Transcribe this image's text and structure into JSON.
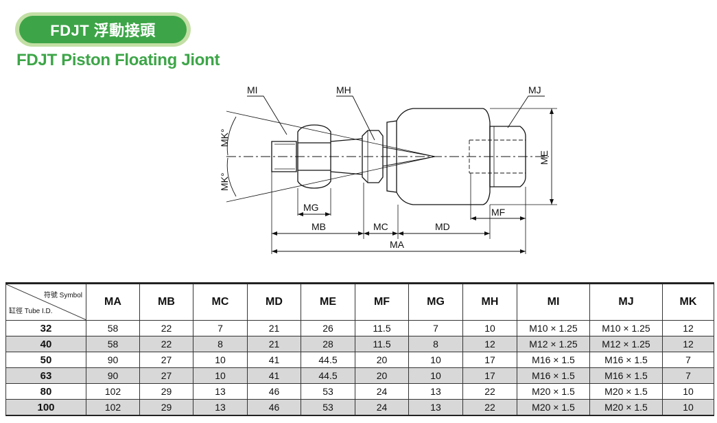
{
  "header": {
    "badge_text": "FDJT 浮動接頭",
    "subtitle": "FDJT Piston Floating Jiont"
  },
  "diagram": {
    "labels": {
      "mi": "MI",
      "mh": "MH",
      "mj": "MJ",
      "me": "ME",
      "mk_top": "MK°",
      "mk_bottom": "MK°",
      "mg": "MG",
      "mf": "MF",
      "mb": "MB",
      "mc": "MC",
      "md": "MD",
      "ma": "MA"
    }
  },
  "table": {
    "corner_symbol": "符號 Symbol",
    "corner_tube": "缸徑 Tube I.D.",
    "columns": [
      "MA",
      "MB",
      "MC",
      "MD",
      "ME",
      "MF",
      "MG",
      "MH",
      "MI",
      "MJ",
      "MK"
    ],
    "rows": [
      [
        "32",
        "58",
        "22",
        "7",
        "21",
        "26",
        "11.5",
        "7",
        "10",
        "M10 × 1.25",
        "M10 × 1.25",
        "12"
      ],
      [
        "40",
        "58",
        "22",
        "8",
        "21",
        "28",
        "11.5",
        "8",
        "12",
        "M12 × 1.25",
        "M12 × 1.25",
        "12"
      ],
      [
        "50",
        "90",
        "27",
        "10",
        "41",
        "44.5",
        "20",
        "10",
        "17",
        "M16 × 1.5",
        "M16 × 1.5",
        "7"
      ],
      [
        "63",
        "90",
        "27",
        "10",
        "41",
        "44.5",
        "20",
        "10",
        "17",
        "M16 × 1.5",
        "M16 × 1.5",
        "7"
      ],
      [
        "80",
        "102",
        "29",
        "13",
        "46",
        "53",
        "24",
        "13",
        "22",
        "M20 × 1.5",
        "M20 × 1.5",
        "10"
      ],
      [
        "100",
        "102",
        "29",
        "13",
        "46",
        "53",
        "24",
        "13",
        "22",
        "M20 × 1.5",
        "M20 × 1.5",
        "10"
      ]
    ]
  }
}
